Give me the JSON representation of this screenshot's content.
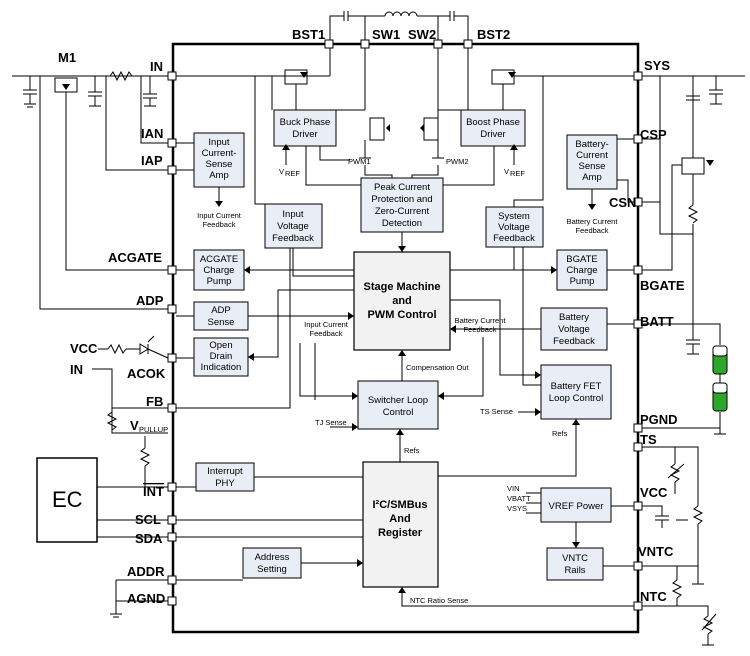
{
  "pins_left": {
    "in": "IN",
    "ian": "IAN",
    "iap": "IAP",
    "acgate": "ACGATE",
    "adp": "ADP",
    "acok": "ACOK",
    "fb": "FB",
    "int": "INT",
    "scl": "SCL",
    "sda": "SDA",
    "addr": "ADDR",
    "agnd": "AGND"
  },
  "pins_top": {
    "bst1": "BST1",
    "sw1": "SW1",
    "sw2": "SW2",
    "bst2": "BST2"
  },
  "pins_right": {
    "sys": "SYS",
    "csp": "CSP",
    "csn": "CSN",
    "bgate": "BGATE",
    "batt": "BATT",
    "pgnd": "PGND",
    "ts": "TS",
    "vcc": "VCC",
    "vntc": "VNTC",
    "ntc": "NTC"
  },
  "external": {
    "m1": "M1",
    "vcc": "VCC",
    "in": "IN",
    "vpullup_base": "V",
    "vpullup_sub": "PULLUP",
    "ec": "EC"
  },
  "blocks": {
    "buck": [
      "Buck Phase",
      "Driver"
    ],
    "boost": [
      "Boost Phase",
      "Driver"
    ],
    "input_amp": [
      "Input",
      "Current-",
      "Sense",
      "Amp"
    ],
    "batt_amp": [
      "Battery-",
      "Current",
      "Sense",
      "Amp"
    ],
    "peak": [
      "Peak Current",
      "Protection and",
      "Zero-Current",
      "Detection"
    ],
    "input_vfb": [
      "Input",
      "Voltage",
      "Feedback"
    ],
    "sys_vfb": [
      "System",
      "Voltage",
      "Feedback"
    ],
    "acgate_pump": [
      "ACGATE",
      "Charge",
      "Pump"
    ],
    "bgate_pump": [
      "BGATE",
      "Charge",
      "Pump"
    ],
    "state": [
      "Stage Machine",
      "and",
      "PWM Control"
    ],
    "adp_sense": [
      "ADP",
      "Sense"
    ],
    "open_drain": [
      "Open",
      "Drain",
      "Indication"
    ],
    "batt_vfb": [
      "Battery",
      "Voltage",
      "Feedback"
    ],
    "switcher": [
      "Switcher Loop",
      "Control"
    ],
    "batt_fet": [
      "Battery FET",
      "Loop Control"
    ],
    "int_phy": [
      "Interrupt",
      "PHY"
    ],
    "i2c": [
      "I²C/SMBus",
      "And",
      "Register"
    ],
    "vref": [
      "VREF Power"
    ],
    "vntc": [
      "VNTC",
      "Rails"
    ],
    "addr": [
      "Address",
      "Setting"
    ]
  },
  "labels": {
    "pwm1": "PWM1",
    "pwm2": "PWM2",
    "vref_base": "V",
    "vref_sub": "REF",
    "input_current_feedback_1": [
      "Input Current",
      "Feedback"
    ],
    "input_current_feedback_2": [
      "Input Current",
      "Feedback"
    ],
    "battery_current_feedback_1": [
      "Battery Current",
      "Feedback"
    ],
    "battery_current_feedback_2": [
      "Battery Current",
      "Feedback"
    ],
    "compensation_out": "Compensation Out",
    "tj_sense": "TJ Sense",
    "ts_sense": "TS Sense",
    "refs_1": "Refs",
    "refs_2": "Refs",
    "vin": "VIN",
    "vbatt": "VBATT",
    "vsys": "VSYS",
    "ntc_ratio_sense": "NTC Ratio Sense"
  }
}
